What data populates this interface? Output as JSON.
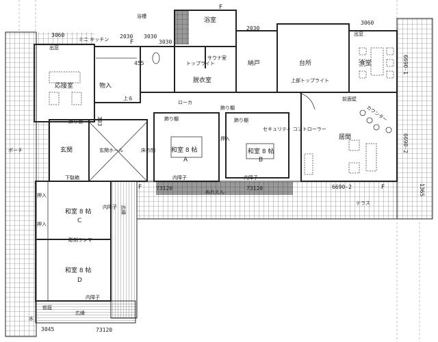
{
  "title": "Floor plan",
  "rooms": {
    "bath": "浴室",
    "bathtub": "浴槽",
    "mini_kitchen": "ミニ キッチン",
    "bay_window_1": "出窓",
    "reception": "応接室",
    "storage_1": "物入",
    "up": "上る",
    "dressing": "脱衣室",
    "sauna": "サウナ室",
    "toplight_1": "トップライト",
    "closet": "納戸",
    "kitchen": "台所",
    "toplight_2": "上部トップライト",
    "dining": "食堂",
    "bay_window_2": "出窓",
    "corridor": "ローカ",
    "shelf_1": "飾り棚",
    "shelf_2": "飾り棚",
    "shelf_3": "飾り棚",
    "shelf_4": "飾り棚",
    "security": "セキュリティ コントローラー",
    "front_wall": "前面壁",
    "counter": "カウンター",
    "living": "居間",
    "entrance": "玄関",
    "entrance_hall": "玄関ホール",
    "porch": "ポーチ",
    "tokonoma": "床の間",
    "wa_a": "和室 8 帖",
    "wa_a_letter": "A",
    "wa_b": "和室 8 帖",
    "wa_b_letter": "B",
    "wa_c": "和室 8 帖",
    "wa_c_letter": "C",
    "wa_d": "和室 8 帖",
    "wa_d_letter": "D",
    "shoe_box": "下駄箱",
    "oshiire_1": "押入",
    "oshiire_2": "押入",
    "oshiire_3": "押入",
    "ranma": "彫刻ランマ",
    "shoji_1": "内障子",
    "shoji_2": "内障子",
    "shoji_3": "内障子",
    "shoji_4": "内障子",
    "engawa_1": "広縁",
    "engawa_2": "広縁",
    "nureen": "ぬれえん",
    "terrace": "テラス",
    "garden": "前庭",
    "water": "水"
  },
  "dimensions": {
    "d3060a": "3060",
    "d2030a": "2030",
    "d3030a": "3030",
    "d3030b": "3030",
    "d455": "455",
    "d2030b": "2030",
    "d3060b": "3060",
    "d6690_1": "6690-1",
    "d6690_2": "6690-2",
    "d6690_3": "6690-2",
    "d1365": "1365",
    "d303": "303",
    "d73120a": "73120",
    "d73120b": "73120",
    "d73120c": "73120",
    "d3045": "3045",
    "f1": "F",
    "f2": "F",
    "f3": "F",
    "f4": "F"
  }
}
